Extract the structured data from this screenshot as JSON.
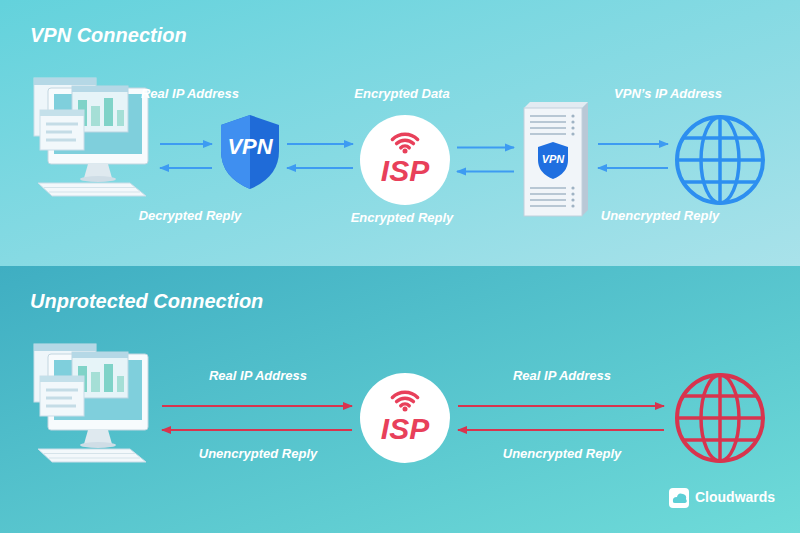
{
  "diagram": {
    "nodes": [
      {
        "text": [
          "VPN Connection"
        ]
      },
      {
        "text": [
          "VPN"
        ],
        "in": 0
      },
      {
        "text": [
          "ISP"
        ],
        "in": 0
      },
      {
        "text": [
          "VPN"
        ],
        "in": 0
      },
      {
        "text": [
          "Unprotected Connection"
        ]
      },
      {
        "text": [
          "ISP"
        ],
        "in": 4
      }
    ],
    "edges": [
      {
        "from": 1,
        "to": 2,
        "arrow": "to"
      },
      {
        "from": 2,
        "to": 1,
        "arrow": "to"
      },
      {
        "from": 2,
        "to": 3,
        "arrow": "to"
      },
      {
        "from": 3,
        "to": 2,
        "arrow": "to"
      }
    ],
    "labels": [
      "Real IP Address",
      "Decrypted Reply",
      "Encrypted Data",
      "Encrypted Reply",
      "VPN’s IP Address",
      "Unencrypted Reply",
      "Real IP Address",
      "Unencrypted Reply",
      "Real IP Address",
      "Unencrypted Reply",
      "Cloudwards"
    ]
  }
}
